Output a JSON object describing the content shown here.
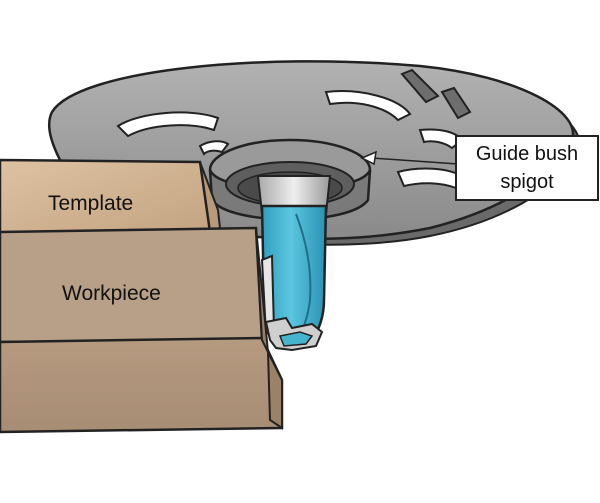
{
  "labels": {
    "template": "Template",
    "workpiece": "Workpiece",
    "guide_bush_line1": "Guide bush",
    "guide_bush_line2": "spigot"
  },
  "colors": {
    "baseplate": "#8c8c8c",
    "baseplate_dark": "#5f5f5f",
    "baseplate_light": "#b5b5b5",
    "wood_light": "#d3b594",
    "wood_dark": "#a88c73",
    "cutter_blue": "#45b4cf",
    "cutter_steel": "#c9c9c9",
    "outline": "#222222"
  }
}
